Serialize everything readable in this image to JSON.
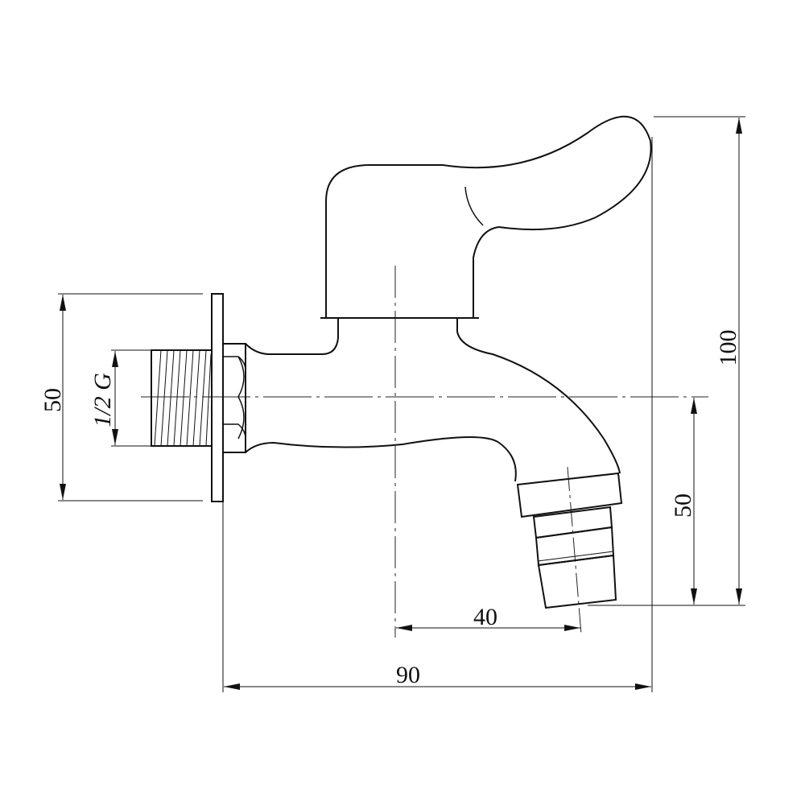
{
  "drawing": {
    "dimensions": {
      "flange_height": "50",
      "thread_size": "1/2 G",
      "total_height": "100",
      "outlet_height": "50",
      "outlet_offset": "40",
      "total_length": "90"
    }
  }
}
